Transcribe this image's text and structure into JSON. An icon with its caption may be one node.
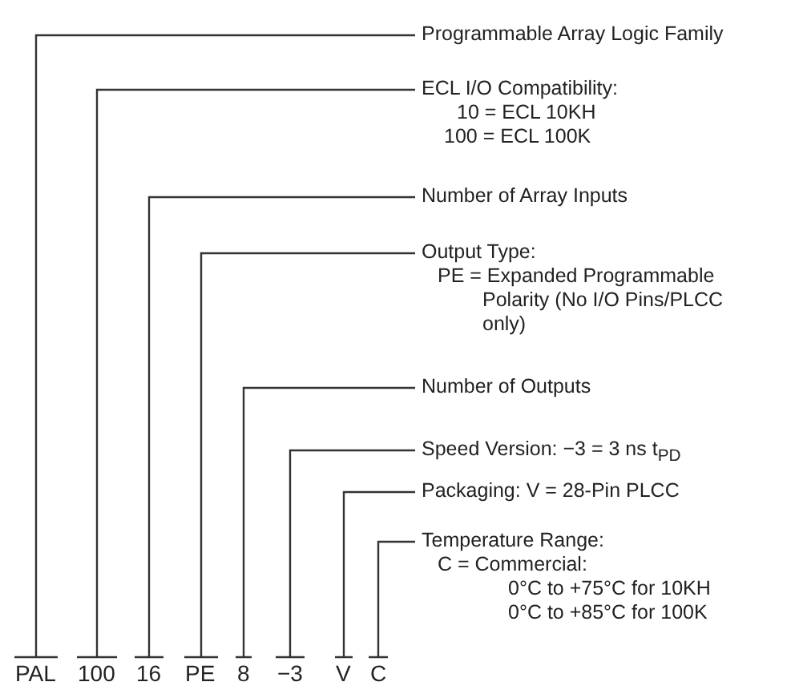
{
  "diagram": {
    "nodes": [
      {
        "text": [
          "Programmable Array Logic Family"
        ]
      },
      {
        "text": [
          "ECL I/O Compatibility:",
          "10 = ECL 10KH",
          "100 = ECL 100K"
        ]
      },
      {
        "text": [
          "Number of Array Inputs"
        ]
      },
      {
        "text": [
          "Output Type:",
          "PE = Expanded Programmable Polarity (No I/O Pins/PLCC only)"
        ]
      },
      {
        "text": [
          "Number of Outputs"
        ]
      },
      {
        "text": [
          "Speed Version: −3 = 3 ns t$_{PD}$"
        ]
      },
      {
        "text": [
          "Packaging: V = 28-Pin PLCC"
        ]
      },
      {
        "text": [
          "Temperature Range:",
          "C = Commercial:",
          "0°C to +75°C for 10KH",
          "0°C to +85°C for 100K"
        ]
      },
      {
        "text": [
          "PAL"
        ]
      },
      {
        "text": [
          "100"
        ]
      },
      {
        "text": [
          "16"
        ]
      },
      {
        "text": [
          "PE"
        ]
      },
      {
        "text": [
          "8"
        ]
      },
      {
        "text": [
          "−3"
        ]
      },
      {
        "text": [
          "V"
        ]
      },
      {
        "text": [
          "C"
        ]
      }
    ],
    "edges": [
      {
        "from": 8,
        "to": 0,
        "arrow": "none"
      },
      {
        "from": 9,
        "to": 1,
        "arrow": "none"
      },
      {
        "from": 10,
        "to": 2,
        "arrow": "none"
      },
      {
        "from": 11,
        "to": 3,
        "arrow": "none"
      },
      {
        "from": 12,
        "to": 4,
        "arrow": "none"
      },
      {
        "from": 13,
        "to": 5,
        "arrow": "none"
      },
      {
        "from": 14,
        "to": 6,
        "arrow": "none"
      },
      {
        "from": 15,
        "to": 7,
        "arrow": "none"
      }
    ]
  }
}
